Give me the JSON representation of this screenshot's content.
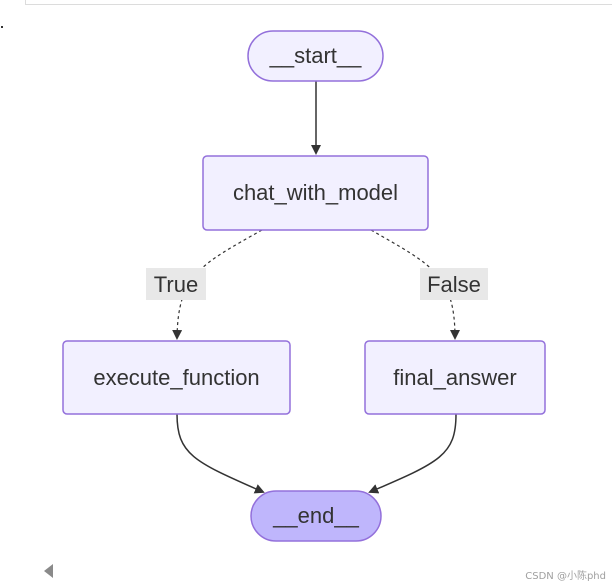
{
  "nodes": {
    "start": {
      "label": "__start__"
    },
    "chat_with_model": {
      "label": "chat_with_model"
    },
    "execute_function": {
      "label": "execute_function"
    },
    "final_answer": {
      "label": "final_answer"
    },
    "end": {
      "label": "__end__"
    }
  },
  "edges": {
    "true_label": "True",
    "false_label": "False"
  },
  "watermark": "CSDN @小陈phd",
  "colors": {
    "node_fill": "#f2f0ff",
    "node_stroke": "#9370db",
    "end_fill": "#bfb6fc",
    "edge": "#333333",
    "edge_label_bg": "#e8e8e8"
  },
  "icons": {
    "scroll_left": "triangle-left-icon"
  }
}
